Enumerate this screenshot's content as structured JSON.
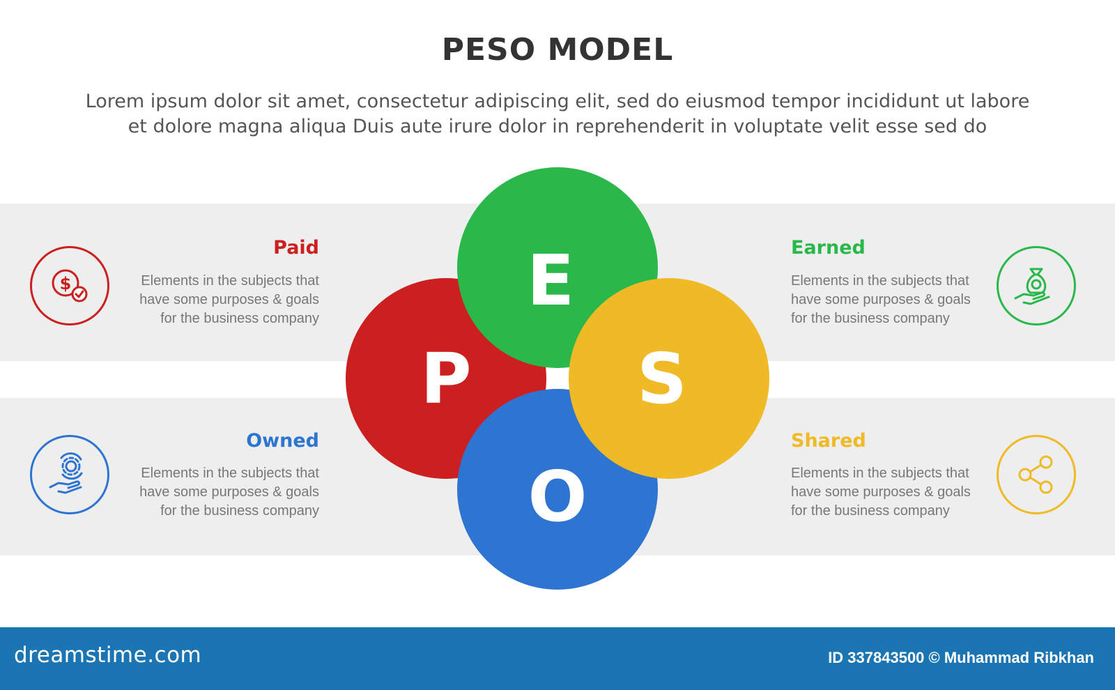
{
  "header": {
    "title": "PESO MODEL",
    "subtitle_line1": "Lorem ipsum dolor sit amet, consectetur adipiscing elit, sed do eiusmod tempor incididunt ut labore",
    "subtitle_line2": "et dolore magna aliqua Duis aute irure dolor in reprehenderit in voluptate velit esse sed do"
  },
  "circles": {
    "p": {
      "letter": "P",
      "color": "#cc1f1f"
    },
    "e": {
      "letter": "E",
      "color": "#2ab84a"
    },
    "s": {
      "letter": "S",
      "color": "#efba25"
    },
    "o": {
      "letter": "O",
      "color": "#2e75d1"
    }
  },
  "items": {
    "paid": {
      "heading": "Paid",
      "color": "#cc1f1f",
      "icon": "dollar-check-icon",
      "line1": "Elements in the subjects that",
      "line2": "have  some purposes & goals",
      "line3": "for the  business company"
    },
    "owned": {
      "heading": "Owned",
      "color": "#2e75d1",
      "icon": "hand-gear-icon",
      "line1": "Elements in the subjects that",
      "line2": "have  some purposes & goals",
      "line3": "for the  business company"
    },
    "earned": {
      "heading": "Earned",
      "color": "#2ab84a",
      "icon": "hand-money-bag-icon",
      "line1": "Elements in the subjects that",
      "line2": "have  some purposes & goals",
      "line3": "for the  business company"
    },
    "shared": {
      "heading": "Shared",
      "color": "#efba25",
      "icon": "share-icon",
      "line1": "Elements in the subjects that",
      "line2": "have  some purposes & goals",
      "line3": "for the  business company"
    }
  },
  "footer": {
    "brand": "dreamstime.com",
    "credit": "ID 337843500 © Muhammad Ribkhan"
  }
}
